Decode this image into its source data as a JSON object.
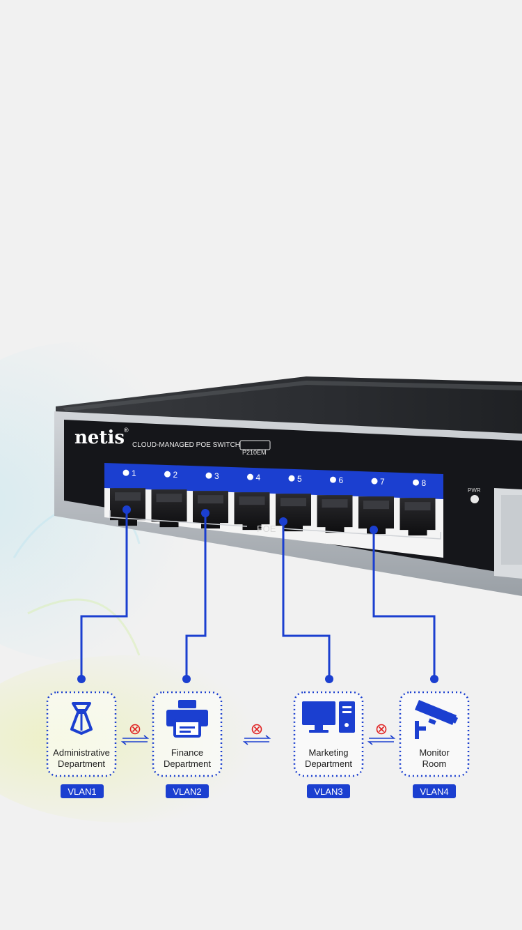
{
  "device": {
    "brand": "netis",
    "registered_mark": "®",
    "product_line": "CLOUD-MANAGED POE SWITCH",
    "model": "P210EM",
    "poe_label": "POE",
    "pwr_label": "PWR",
    "ports": [
      "1",
      "2",
      "3",
      "4",
      "5",
      "6",
      "7",
      "8"
    ],
    "accent_color": "#1b3fd0"
  },
  "departments": [
    {
      "label_line1": "Administrative",
      "label_line2": "Department",
      "vlan": "VLAN1",
      "icon": "tie-icon",
      "port": "1"
    },
    {
      "label_line1": "Finance",
      "label_line2": "Department",
      "vlan": "VLAN2",
      "icon": "printer-icon",
      "port": "3"
    },
    {
      "label_line1": "Marketing",
      "label_line2": "Department",
      "vlan": "VLAN3",
      "icon": "desktop-computer-icon",
      "port": "5"
    },
    {
      "label_line1": "Monitor",
      "label_line2": "Room",
      "vlan": "VLAN4",
      "icon": "security-camera-icon",
      "port": "7"
    }
  ],
  "isolation": {
    "icon": "blocked-circle-x-icon",
    "color": "#e02020"
  }
}
